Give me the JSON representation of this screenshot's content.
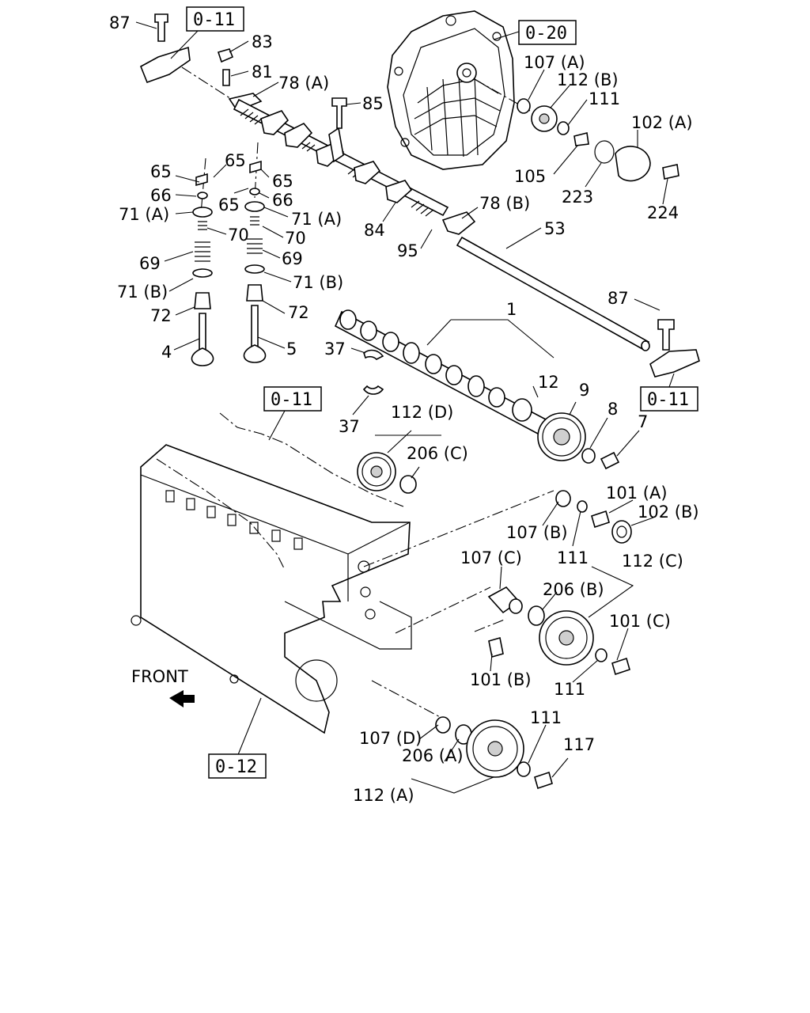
{
  "diagram": {
    "direction_label": "FRONT",
    "callouts": {
      "c87a": "87",
      "c83": "83",
      "c81": "81",
      "c78a": "78 (A)",
      "c85": "85",
      "c107a": "107 (A)",
      "c112b": "112 (B)",
      "c111a": "111",
      "c102a": "102 (A)",
      "c105": "105",
      "c223": "223",
      "c224": "224",
      "c65a": "65",
      "c65b": "65",
      "c65c": "65",
      "c65d": "65",
      "c66a": "66",
      "c66b": "66",
      "c71a1": "71 (A)",
      "c71a2": "71 (A)",
      "c70a": "70",
      "c70b": "70",
      "c69a": "69",
      "c69b": "69",
      "c71b1": "71 (B)",
      "c71b2": "71 (B)",
      "c72a": "72",
      "c72b": "72",
      "c4": "4",
      "c5": "5",
      "c84": "84",
      "c95": "95",
      "c78b": "78 (B)",
      "c53": "53",
      "c1": "1",
      "c87b": "87",
      "c37a": "37",
      "c37b": "37",
      "c12": "12",
      "c9": "9",
      "c8": "8",
      "c7": "7",
      "c112d": "112 (D)",
      "c206c": "206 (C)",
      "c101a": "101 (A)",
      "c102b": "102 (B)",
      "c107b": "107 (B)",
      "c111b": "111",
      "c107c": "107 (C)",
      "c112c": "112 (C)",
      "c206b": "206 (B)",
      "c101c": "101 (C)",
      "c101b": "101 (B)",
      "c111c": "111",
      "c111d": "111",
      "c117": "117",
      "c107d": "107 (D)",
      "c206a": "206 (A)",
      "c112a": "112 (A)"
    },
    "refs": {
      "r011a": "0-11",
      "r020": "0-20",
      "r011b": "0-11",
      "r011c": "0-11",
      "r012": "0-12"
    }
  }
}
